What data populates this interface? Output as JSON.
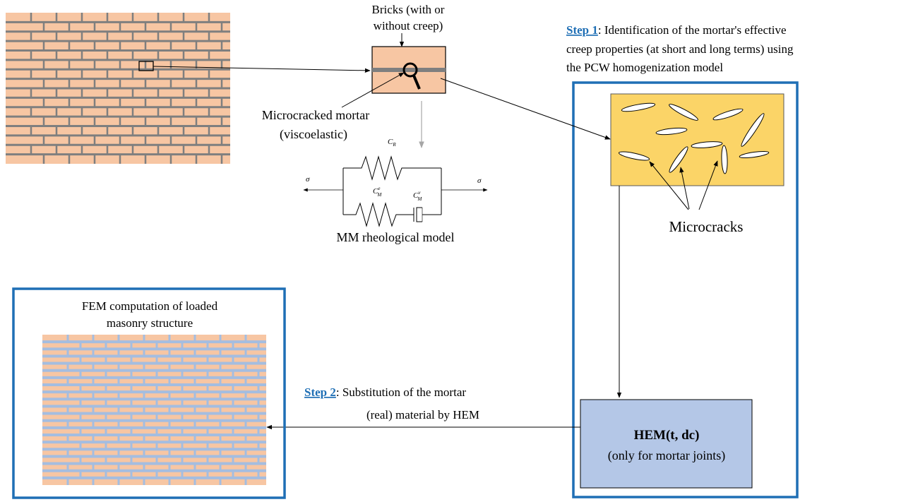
{
  "labels": {
    "bricks_line1": "Bricks (with or",
    "bricks_line2": "without creep)",
    "step1_label": "Step 1",
    "step1_line1": ": Identification of the mortar's effective",
    "step1_line2": "creep properties (at short and long terms) using",
    "step1_line3": "the PCW homogenization model",
    "mortar_line1": "Microcracked mortar",
    "mortar_line2": "(viscoelastic)",
    "rheo_title": "MM rheological model",
    "microcracks": "Microcracks",
    "fem_line1": "FEM computation of  loaded",
    "fem_line2": "masonry structure",
    "step2_label": "Step 2",
    "step2_line1": ": Substitution of the mortar",
    "step2_line2": "(real) material by HEM",
    "hem_title": "HEM(t, dc)",
    "hem_sub": "(only for mortar joints)"
  },
  "rheology": {
    "sigma": "σ",
    "cr_main": "C",
    "cr_sub": "R",
    "cme_main": "C",
    "cme_sup": "e",
    "cme_sub": "M",
    "cmv_main": "C",
    "cmv_sup": "v",
    "cmv_sub": "M"
  },
  "colors": {
    "brick": "#f7c6a3",
    "mortar_gray": "#7f7f7f",
    "mortar_light": "#dcdcdc",
    "hem_mortar": "#a4bde0",
    "blue_frame": "#1f6fb5",
    "crack_box": "#fbd467",
    "hem_box": "#b4c7e7",
    "step_blue": "#1f6fb5"
  }
}
